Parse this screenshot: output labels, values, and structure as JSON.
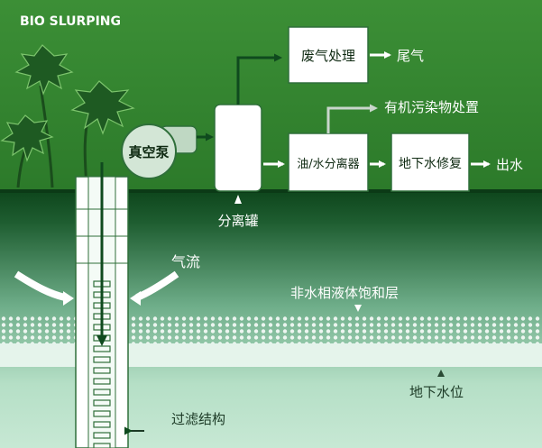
{
  "title": "BIO SLURPING",
  "boxes": {
    "exhaust_treatment": "废气处理",
    "oil_water_separator": "油/水分离器",
    "groundwater_remediation": "地下水修复"
  },
  "pump_label": "真空泵",
  "outputs": {
    "tail_gas": "尾气",
    "organic_disposal": "有机污染物处置",
    "water_out": "出水"
  },
  "labels": {
    "separation_tank": "分离罐",
    "airflow": "气流",
    "napl_layer": "非水相液体饱和层",
    "water_table": "地下水位",
    "filter_structure": "过滤结构"
  },
  "colors": {
    "sky_top": "#3a8a34",
    "sky_bottom": "#2c7a2a",
    "ground_top": "#0f4a1e",
    "ground_bottom": "#aedcc1",
    "box_fill": "#ffffff",
    "arrow": "#ffffff",
    "pipe": "#0f4a1e",
    "leaf": "#1e5a22"
  }
}
